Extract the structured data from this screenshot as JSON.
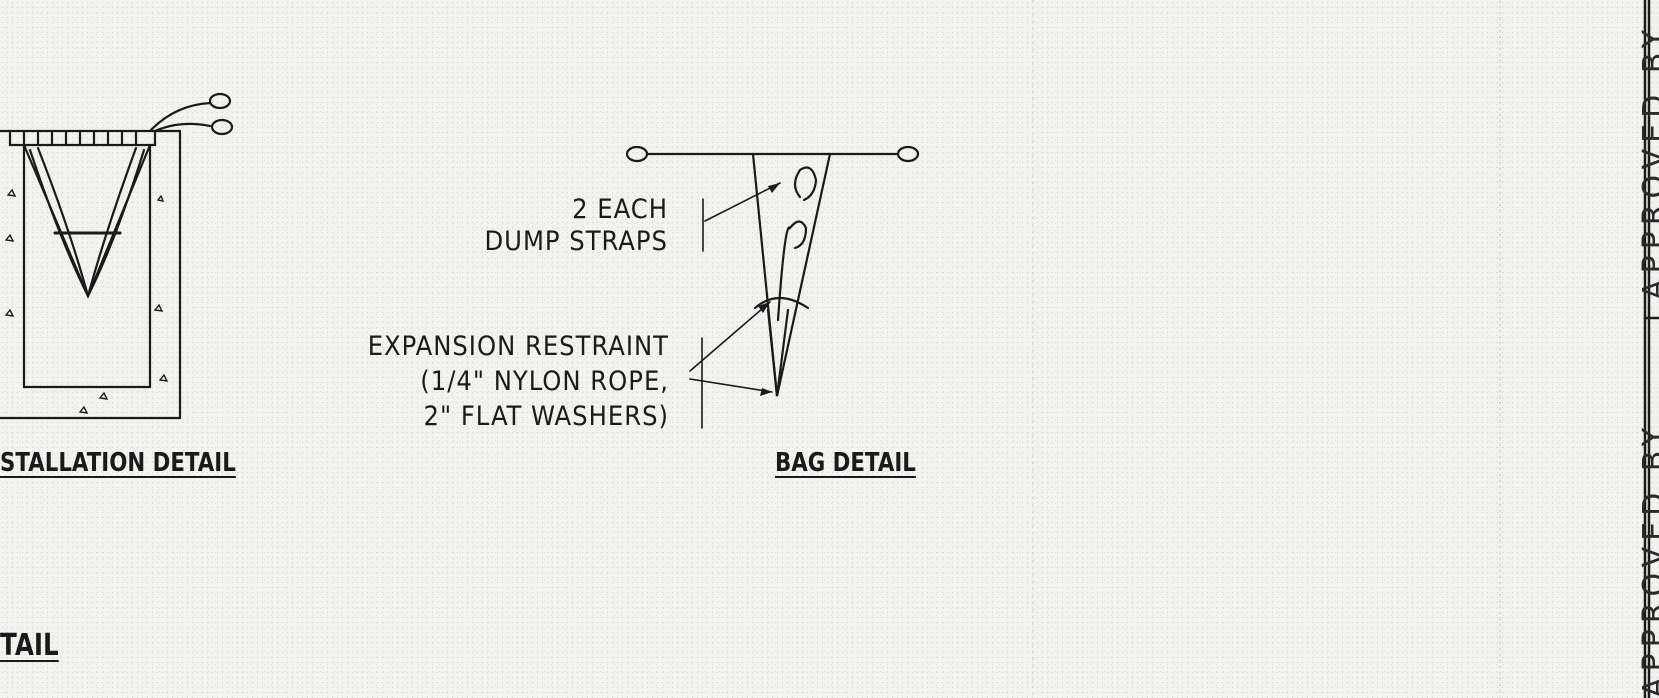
{
  "installation_detail": {
    "title": "STALLATION DETAIL"
  },
  "bag_detail": {
    "title": "BAG DETAIL",
    "callout_dump_straps": {
      "line1": "2 EACH",
      "line2": "DUMP STRAPS"
    },
    "callout_expansion_restraint": {
      "line1": "EXPANSION RESTRAINT",
      "line2": "(1/4\" NYLON ROPE,",
      "line3": "2\" FLAT WASHERS)"
    }
  },
  "lower_detail": {
    "title": "TAIL"
  },
  "title_block": {
    "approved_by_upper": "APPROVED BY",
    "approved_by_lower": "APPROVED BY"
  },
  "colors": {
    "ink": "#1a1a1a",
    "paper": "#f2f2ef"
  }
}
